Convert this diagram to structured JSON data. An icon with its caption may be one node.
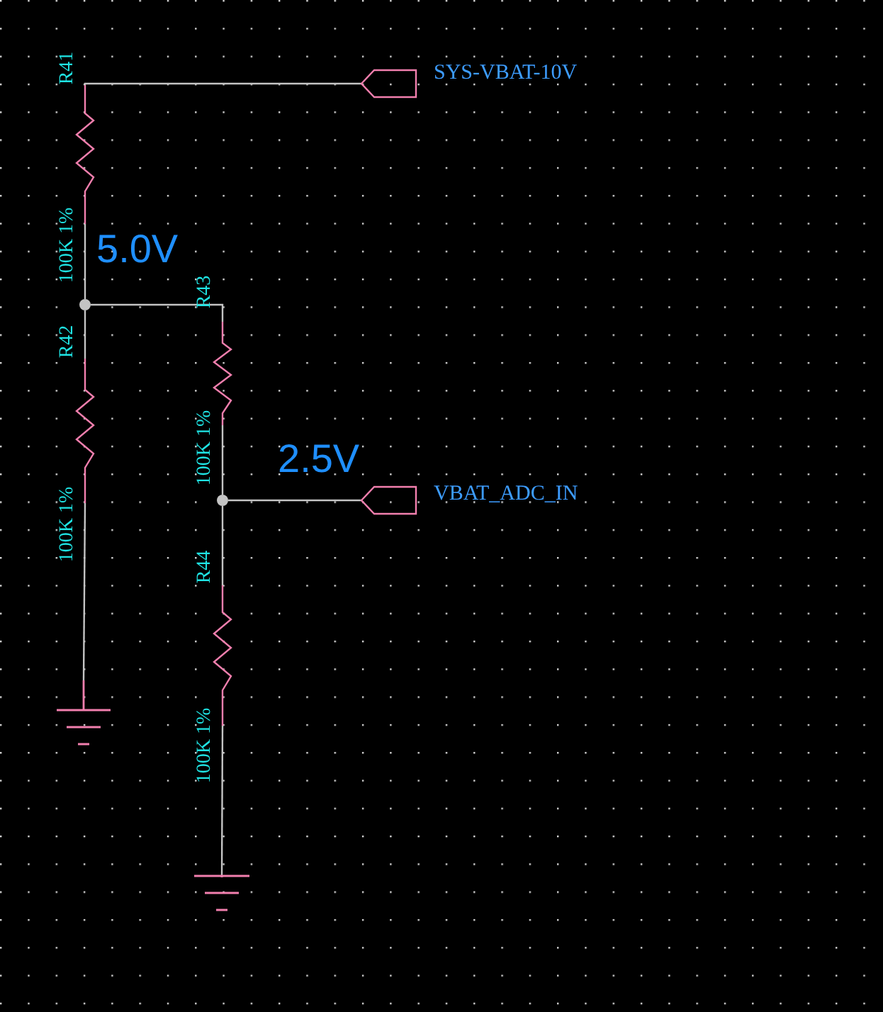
{
  "diagram": {
    "nodes": [
      {
        "text": [
          "R41",
          "100K 1%"
        ]
      },
      {
        "text": [
          "R42",
          "100K 1%"
        ]
      },
      {
        "text": [
          "R43",
          "100K 1%"
        ]
      },
      {
        "text": [
          "R44",
          "100K 1%"
        ]
      },
      {
        "text": [
          "SYS-VBAT-10V"
        ]
      },
      {
        "text": [
          "VBAT_ADC_IN"
        ]
      },
      {
        "text": [],
        "shape": "circle"
      },
      {
        "text": [],
        "shape": "circle"
      },
      {
        "text": [],
        "shape": "ground"
      },
      {
        "text": [],
        "shape": "ground"
      }
    ],
    "edges": [
      {
        "from": 0,
        "to": 4,
        "arrow": "none"
      },
      {
        "from": 0,
        "to": 6,
        "arrow": "none"
      },
      {
        "from": 6,
        "to": 1,
        "arrow": "none"
      },
      {
        "from": 6,
        "to": 2,
        "arrow": "none"
      },
      {
        "from": 2,
        "to": 7,
        "arrow": "none"
      },
      {
        "from": 7,
        "to": 3,
        "arrow": "none"
      },
      {
        "from": 7,
        "to": 5,
        "arrow": "none"
      },
      {
        "from": 1,
        "to": 8,
        "arrow": "none"
      },
      {
        "from": 3,
        "to": 9,
        "arrow": "none"
      }
    ],
    "labels": [
      "5.0V",
      "2.5V"
    ]
  }
}
